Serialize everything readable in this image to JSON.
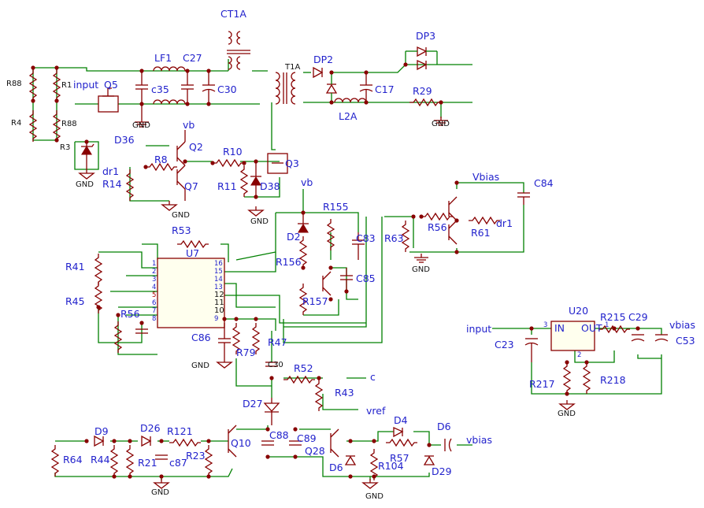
{
  "labels": {
    "CT1A": "CT1A",
    "LF1": "LF1",
    "C27": "C27",
    "R88a": "R88",
    "R1": "R1",
    "input1": "input",
    "Q5": "Q5",
    "c35": "c35",
    "C30a": "C30",
    "T1A": "T1A",
    "DP2": "DP2",
    "DP3": "DP3",
    "C17": "C17",
    "L2A": "L2A",
    "R29": "R29",
    "R4": "R4",
    "R88b": "R88",
    "R3": "R3",
    "D36": "D36",
    "vb1": "vb",
    "Q2": "Q2",
    "R10": "R10",
    "Q3": "Q3",
    "R8": "R8",
    "dr1a": "dr1",
    "R14": "R14",
    "Q7": "Q7",
    "R11": "R11",
    "D38": "D38",
    "vb2": "vb",
    "Vbias1": "Vbias",
    "C84": "C84",
    "R155": "R155",
    "D2": "D2",
    "C83": "C83",
    "R63": "R63",
    "R56a": "R56",
    "R61": "R61",
    "dr1b": "dr1",
    "R53": "R53",
    "U7": "U7",
    "R41": "R41",
    "R156": "R156",
    "C85": "C85",
    "R45": "R45",
    "R157": "R157",
    "R56b": "R56",
    "C86": "C86",
    "R79": "R79",
    "R47": "R47",
    "C30b": "C30",
    "R52": "R52",
    "c": "c",
    "R43": "R43",
    "vref": "vref",
    "D27": "D27",
    "U20": "U20",
    "input2": "input",
    "IN": "IN",
    "OUT": "OUT",
    "R215": "R215",
    "C29": "C29",
    "vbias2": "vbias",
    "C23": "C23",
    "C53": "C53",
    "R217": "R217",
    "R218": "R218",
    "D9": "D9",
    "D26": "D26",
    "R121": "R121",
    "R64": "R64",
    "R44": "R44",
    "R21": "R21",
    "c87": "c87",
    "R23": "R23",
    "Q10": "Q10",
    "C88": "C88",
    "C89": "C89",
    "D4": "D4",
    "D6a": "D6",
    "vbias3": "vbias",
    "Q28": "Q28",
    "R57": "R57",
    "D6b": "D6",
    "R104": "R104",
    "D29": "D29"
  },
  "gnd": "GND",
  "u7_pins_left": [
    "1",
    "2",
    "3",
    "4",
    "5",
    "6",
    "7",
    "8"
  ],
  "u7_pins_right": [
    "16",
    "15",
    "14",
    "13",
    "12",
    "11",
    "10",
    "9"
  ],
  "u20_pins": {
    "in": "3",
    "out": "1",
    "gnd": "2"
  },
  "colors": {
    "wire": "#008000",
    "component": "#880000",
    "label": "#2222cc",
    "chip_fill": "#ffffee"
  }
}
